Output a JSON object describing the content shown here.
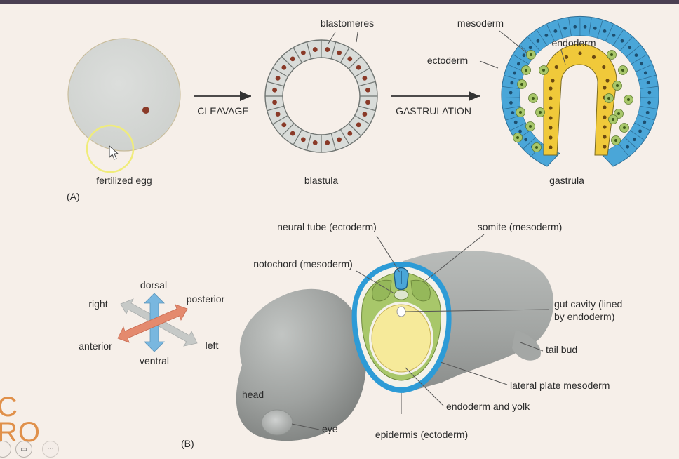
{
  "panel_a": {
    "label": "(A)",
    "egg_label": "fertilized egg",
    "arrow1_label": "CLEAVAGE",
    "blastula_label": "blastula",
    "blastomeres_label": "blastomeres",
    "arrow2_label": "GASTRULATION",
    "gastrula_label": "gastrula",
    "mesoderm_label": "mesoderm",
    "endoderm_label": "endoderm",
    "ectoderm_label": "ectoderm"
  },
  "panel_b": {
    "label": "(B)",
    "axes": {
      "dorsal": "dorsal",
      "ventral": "ventral",
      "right": "right",
      "left": "left",
      "anterior": "anterior",
      "posterior": "posterior"
    },
    "neural_tube": "neural tube (ectoderm)",
    "somite": "somite (mesoderm)",
    "notochord": "notochord (mesoderm)",
    "gut_cavity_line1": "gut cavity (lined",
    "gut_cavity_line2": "by endoderm)",
    "tail_bud": "tail bud",
    "lateral_plate": "lateral plate mesoderm",
    "endoderm_yolk": "endoderm and yolk",
    "epidermis": "epidermis (ectoderm)",
    "head": "head",
    "eye": "eye"
  },
  "brand": {
    "line1": "C",
    "line2": "RO"
  },
  "colors": {
    "background": "#f6efe9",
    "ectoderm": "#4aa6d8",
    "mesoderm": "#a8c76a",
    "endoderm": "#f0c93a",
    "embryo_gray": "#a7aba8",
    "axis_blue": "#79b7df",
    "axis_orange": "#e48a6e",
    "cursor_ring": "#f0ec7a"
  }
}
